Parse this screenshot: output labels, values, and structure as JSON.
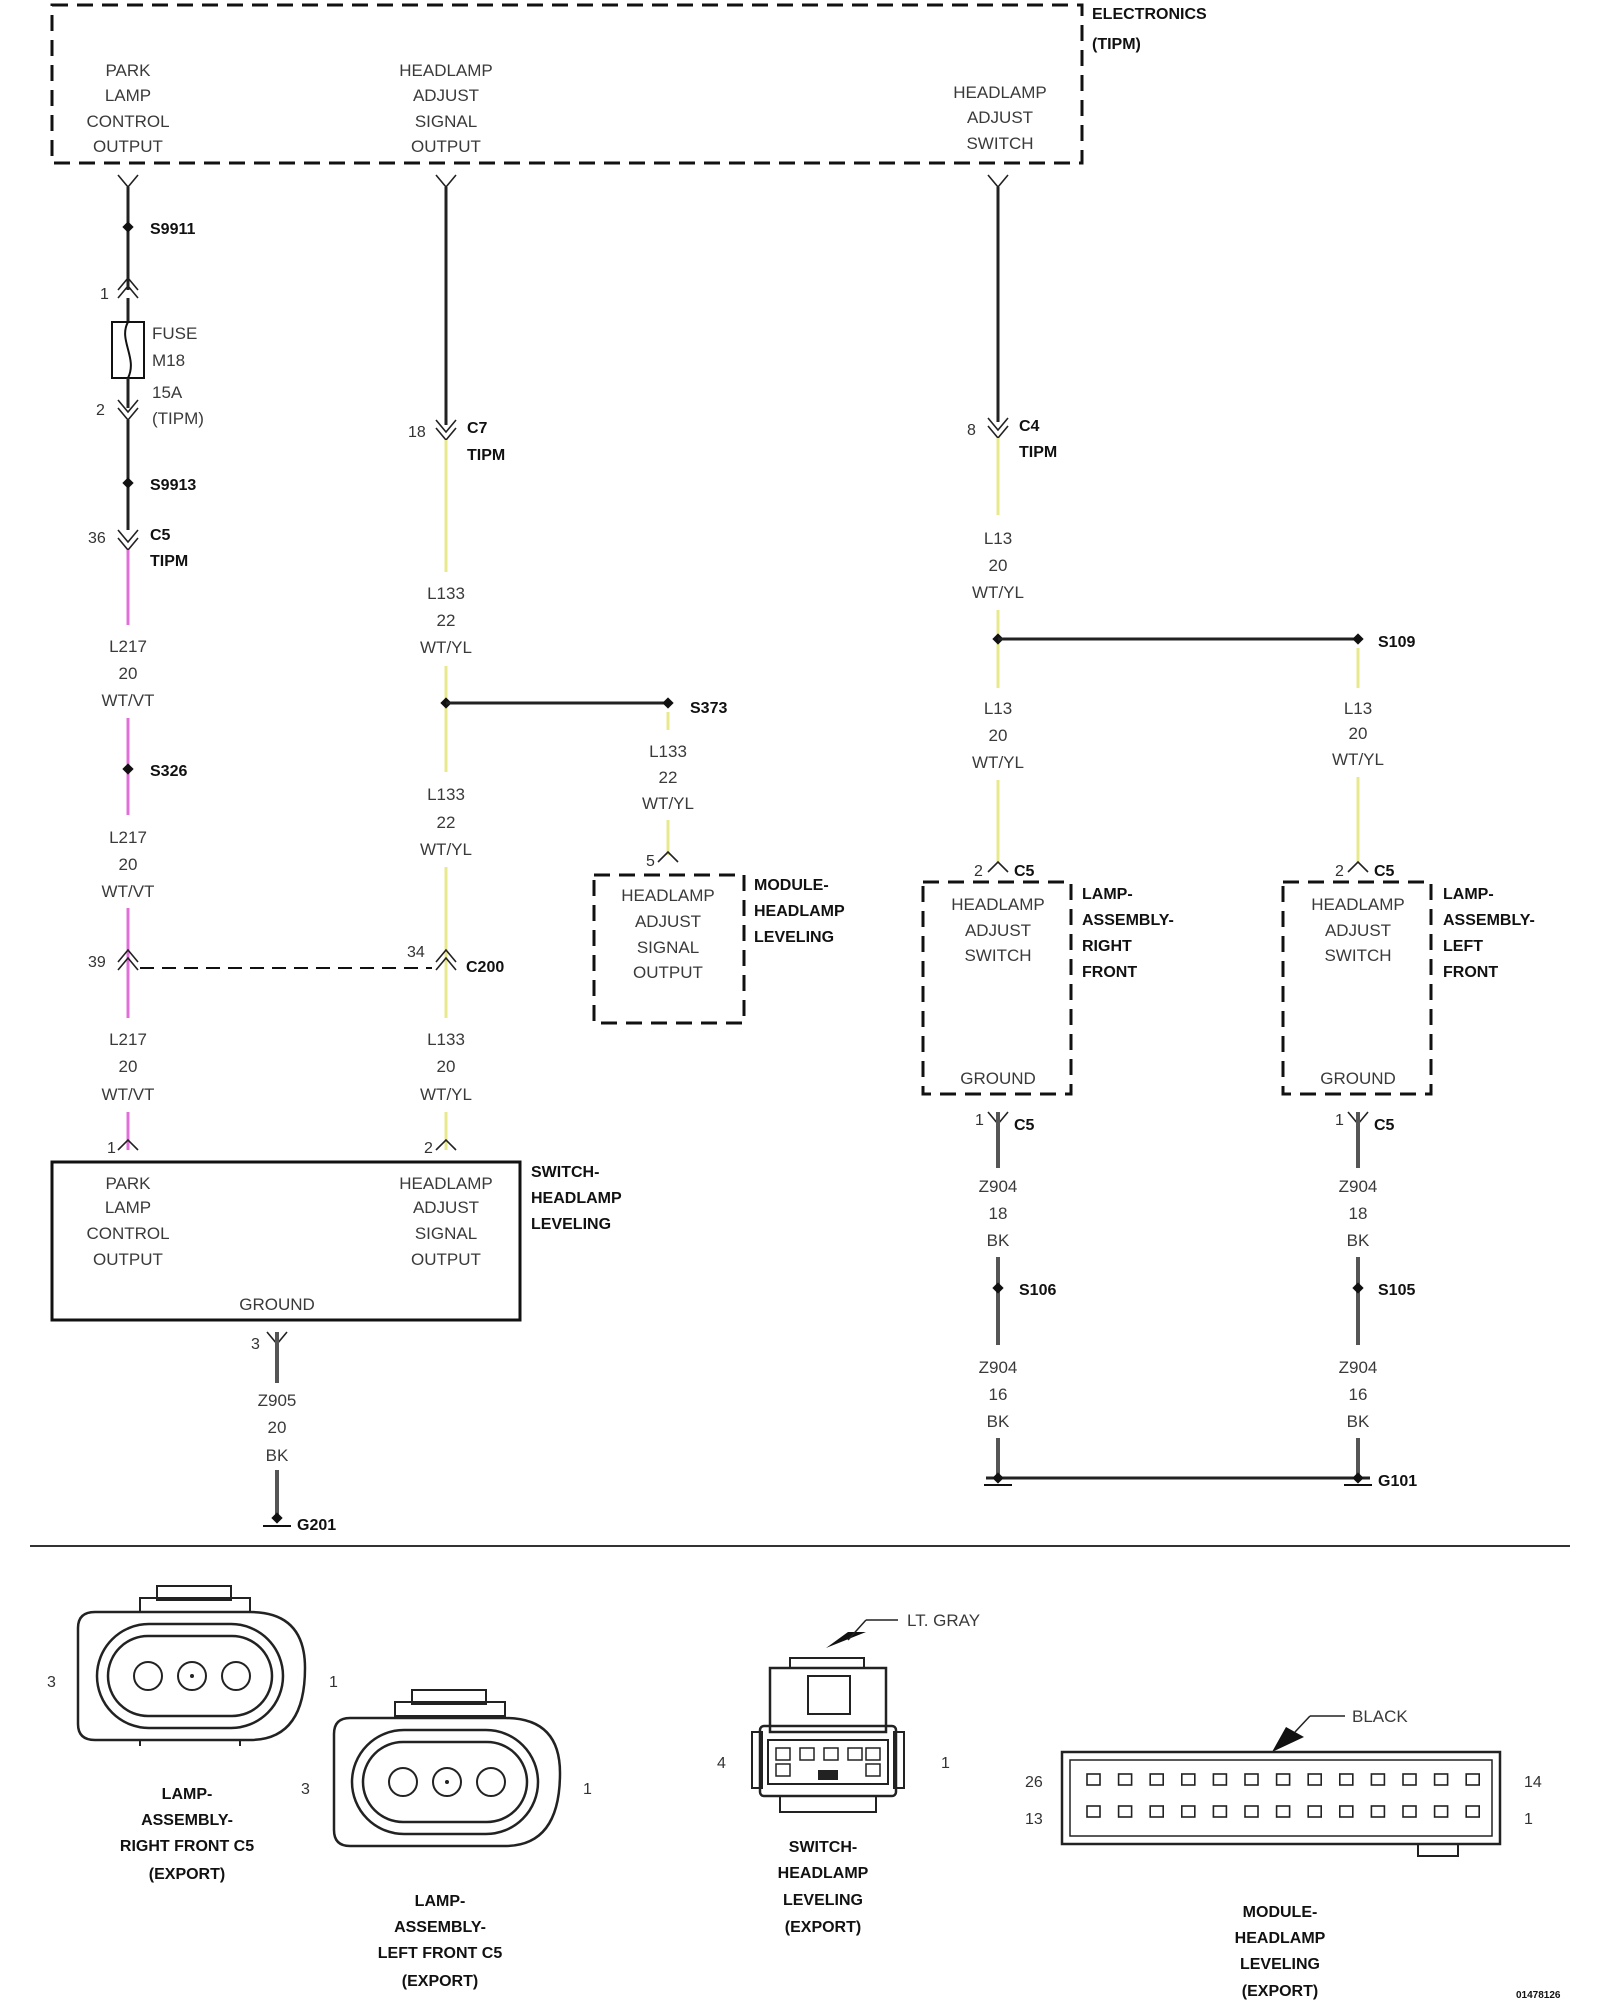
{
  "tipm": {
    "title1": "ELECTRONICS",
    "title2": "(TIPM)",
    "park_lamp": [
      "PARK",
      "LAMP",
      "CONTROL",
      "OUTPUT"
    ],
    "headlamp_adjust_signal": [
      "HEADLAMP",
      "ADJUST",
      "SIGNAL",
      "OUTPUT"
    ],
    "headlamp_adjust_switch": [
      "HEADLAMP",
      "ADJUST",
      "SWITCH"
    ]
  },
  "splices": {
    "s9911": "S9911",
    "s9913": "S9913",
    "s326": "S326",
    "s373": "S373",
    "s109": "S109",
    "s106": "S106",
    "s105": "S105"
  },
  "fuse": {
    "pin_in": "1",
    "pin_out": "2",
    "lines": [
      "FUSE",
      "M18",
      "15A",
      "(TIPM)"
    ]
  },
  "connectors": {
    "c5_tipm": {
      "pin": "36",
      "name": "C5",
      "sub": "TIPM"
    },
    "c7_tipm": {
      "pin": "18",
      "name": "C7",
      "sub": "TIPM"
    },
    "c4_tipm": {
      "pin": "8",
      "name": "C4",
      "sub": "TIPM"
    },
    "c200": {
      "pin_left": "39",
      "pin_right": "34",
      "name": "C200"
    },
    "module_pin": "5",
    "rf_top": {
      "pin": "2",
      "name": "C5"
    },
    "lf_top": {
      "pin": "2",
      "name": "C5"
    },
    "rf_bottom": {
      "pin": "1",
      "name": "C5"
    },
    "lf_bottom": {
      "pin": "1",
      "name": "C5"
    },
    "switch_pin1": "1",
    "switch_pin2": "2",
    "switch_pin3": "3"
  },
  "wires": {
    "l217": [
      "L217",
      "20",
      "WT/VT"
    ],
    "l133_22": [
      "L133",
      "22",
      "WT/YL"
    ],
    "l133_20": [
      "L133",
      "20",
      "WT/YL"
    ],
    "l13": [
      "L13",
      "20",
      "WT/YL"
    ],
    "z904_18": [
      "Z904",
      "18",
      "BK"
    ],
    "z904_16": [
      "Z904",
      "16",
      "BK"
    ],
    "z905": [
      "Z905",
      "20",
      "BK"
    ]
  },
  "module_box": {
    "inner": [
      "HEADLAMP",
      "ADJUST",
      "SIGNAL",
      "OUTPUT"
    ],
    "name": [
      "MODULE-",
      "HEADLAMP",
      "LEVELING"
    ]
  },
  "lamp_rf": {
    "inner": [
      "HEADLAMP",
      "ADJUST",
      "SWITCH"
    ],
    "ground": "GROUND",
    "name": [
      "LAMP-",
      "ASSEMBLY-",
      "RIGHT",
      "FRONT"
    ]
  },
  "lamp_lf": {
    "inner": [
      "HEADLAMP",
      "ADJUST",
      "SWITCH"
    ],
    "ground": "GROUND",
    "name": [
      "LAMP-",
      "ASSEMBLY-",
      "LEFT",
      "FRONT"
    ]
  },
  "switch_box": {
    "left": [
      "PARK",
      "LAMP",
      "CONTROL",
      "OUTPUT"
    ],
    "right": [
      "HEADLAMP",
      "ADJUST",
      "SIGNAL",
      "OUTPUT"
    ],
    "ground": "GROUND",
    "name": [
      "SWITCH-",
      "HEADLAMP",
      "LEVELING"
    ]
  },
  "grounds": {
    "g201": "G201",
    "g101": "G101"
  },
  "views": {
    "rf": {
      "pin_left": "3",
      "pin_right": "1",
      "caption": [
        "LAMP-",
        "ASSEMBLY-",
        "RIGHT FRONT C5",
        "(EXPORT)"
      ]
    },
    "lf": {
      "pin_left": "3",
      "pin_right": "1",
      "caption": [
        "LAMP-",
        "ASSEMBLY-",
        "LEFT FRONT C5",
        "(EXPORT)"
      ]
    },
    "sw": {
      "pin_left": "4",
      "pin_right": "1",
      "color": "LT. GRAY",
      "caption": [
        "SWITCH-",
        "HEADLAMP",
        "LEVELING",
        "(EXPORT)"
      ]
    },
    "mod": {
      "pin_tl": "26",
      "pin_bl": "13",
      "pin_tr": "14",
      "pin_br": "1",
      "color": "BLACK",
      "caption": [
        "MODULE-",
        "HEADLAMP",
        "LEVELING",
        "(EXPORT)"
      ]
    }
  },
  "doc_id": "01478126"
}
